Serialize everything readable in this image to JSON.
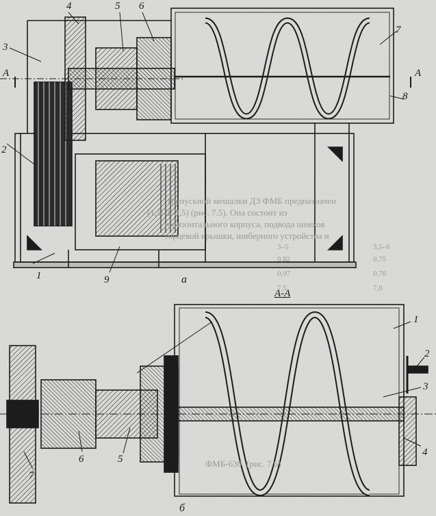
{
  "figure_a": {
    "caption": "а",
    "section_marker": "А",
    "callouts": [
      "1",
      "2",
      "3",
      "4",
      "5",
      "6",
      "7",
      "8",
      "9"
    ]
  },
  "figure_b": {
    "caption": "б",
    "section_title": "А-А",
    "callouts": [
      "1",
      "2",
      "3",
      "4",
      "5",
      "6",
      "7"
    ]
  },
  "show_through_text": {
    "line1": "Выпускной мешалки ДЗ ФМБ предназначен",
    "line2": "(1,5–2–3,5) (рис. 7.5). Она состоит из",
    "line3": "горизонтального корпуса, подвода шнеков",
    "line4": "торцевой крышки, шиберного устройства и",
    "table_row1a": "3–5",
    "table_row1b": "3,5–6",
    "table_row2a": "0,82",
    "table_row2b": "0,75",
    "table_row3a": "0,97",
    "table_row3b": "0,76",
    "table_row4a": "7,5",
    "table_row4b": "7,8",
    "bottom_text": "(рис. 7.6)",
    "bottom_text2": "ФМБ-630"
  }
}
